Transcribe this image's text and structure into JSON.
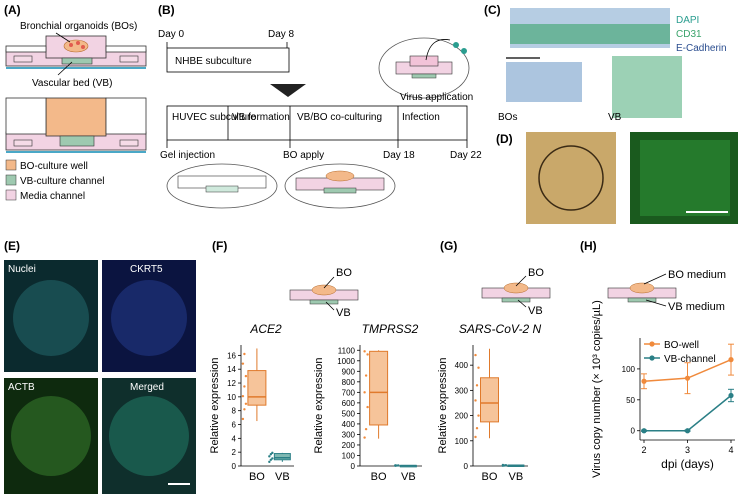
{
  "panels": {
    "A": {
      "label": "(A)",
      "top_label": "Bronchial organoids (BOs)",
      "vb_label": "Vascular bed (VB)",
      "legend": [
        {
          "text": "BO-culture well",
          "color": "#f3b98a"
        },
        {
          "text": "VB-culture channel",
          "color": "#9ec9b0"
        },
        {
          "text": "Media channel",
          "color": "#f2d3e3"
        }
      ]
    },
    "B": {
      "label": "(B)",
      "day0": "Day 0",
      "day8": "Day 8",
      "nhbe": "NHBE subculture",
      "virus_app": "Virus application",
      "steps": [
        "HUVEC subculture",
        "VB formation",
        "VB/BO co-culturing",
        "Infection"
      ],
      "gel_injection": "Gel injection",
      "bo_apply": "BO apply",
      "day18": "Day 18",
      "day22": "Day 22"
    },
    "C": {
      "label": "(C)",
      "stains": [
        "DAPI",
        "CD31",
        "E-Cadherin"
      ],
      "bos": "BOs",
      "vb": "VB"
    },
    "D": {
      "label": "(D)"
    },
    "E": {
      "label": "(E)",
      "channels": [
        "Nuclei",
        "CKRT5",
        "ACTB",
        "Merged"
      ]
    },
    "F": {
      "label": "(F)",
      "bo": "BO",
      "vb": "VB"
    },
    "G": {
      "label": "(G)",
      "bo": "BO",
      "vb": "VB"
    },
    "H": {
      "label": "(H)",
      "bo_medium": "BO medium",
      "vb_medium": "VB medium"
    }
  },
  "chart_data": [
    {
      "type": "box",
      "title": "ACE2",
      "ylabel": "Relative expression",
      "categories": [
        "BO",
        "VB"
      ],
      "ylim": [
        0,
        17.5
      ],
      "yticks": [
        0,
        2,
        4,
        6,
        8,
        10,
        12,
        14,
        16
      ],
      "boxes": [
        {
          "category": "BO",
          "min": 6.5,
          "q1": 8.8,
          "median": 10.0,
          "q3": 13.8,
          "max": 17.0,
          "points": [
            6.8,
            8.2,
            9.0,
            10.1,
            11.5,
            13.0,
            14.8,
            16.2
          ]
        },
        {
          "category": "VB",
          "min": 0.6,
          "q1": 0.9,
          "median": 1.2,
          "q3": 1.8,
          "max": 1.9,
          "points": [
            0.6,
            0.9,
            1.1,
            1.4,
            1.7,
            1.9
          ]
        }
      ]
    },
    {
      "type": "box",
      "title": "TMPRSS2",
      "ylabel": "Relative expression",
      "categories": [
        "BO",
        "VB"
      ],
      "ylim": [
        0,
        1150
      ],
      "yticks": [
        0,
        100,
        200,
        300,
        400,
        500,
        600,
        700,
        800,
        900,
        1000,
        1100
      ],
      "boxes": [
        {
          "category": "BO",
          "min": 260,
          "q1": 390,
          "median": 700,
          "q3": 1090,
          "max": 1100,
          "points": [
            270,
            350,
            560,
            700,
            860,
            1060,
            1090
          ]
        },
        {
          "category": "VB",
          "min": 0,
          "q1": 2,
          "median": 4,
          "q3": 6,
          "max": 8,
          "points": [
            2,
            4,
            5,
            7
          ]
        }
      ]
    },
    {
      "type": "box",
      "title": "SARS-CoV-2 N",
      "ylabel": "Relative expression",
      "categories": [
        "BO",
        "VB"
      ],
      "ylim": [
        0,
        480
      ],
      "yticks": [
        0,
        100,
        200,
        300,
        400
      ],
      "boxes": [
        {
          "category": "BO",
          "min": 110,
          "q1": 175,
          "median": 250,
          "q3": 350,
          "max": 465,
          "points": [
            115,
            150,
            200,
            260,
            320,
            390,
            440
          ]
        },
        {
          "category": "VB",
          "min": 0,
          "q1": 1,
          "median": 2,
          "q3": 4,
          "max": 5,
          "points": [
            1,
            2,
            3,
            4
          ]
        }
      ]
    },
    {
      "type": "line",
      "xlabel": "dpi (days)",
      "ylabel": "Virus copy number (× 10³ copies/µL)",
      "x": [
        2,
        3,
        4
      ],
      "xticks": [
        2,
        3,
        4
      ],
      "ylim": [
        -15,
        150
      ],
      "yticks": [
        0,
        50,
        100
      ],
      "series": [
        {
          "name": "BO-well",
          "values": [
            80,
            85,
            115
          ],
          "errors": [
            12,
            25,
            25
          ],
          "color": "#f08a3c"
        },
        {
          "name": "VB-channel",
          "values": [
            0,
            0,
            57
          ],
          "errors": [
            1,
            1,
            10
          ],
          "color": "#2a7f86"
        }
      ]
    }
  ]
}
